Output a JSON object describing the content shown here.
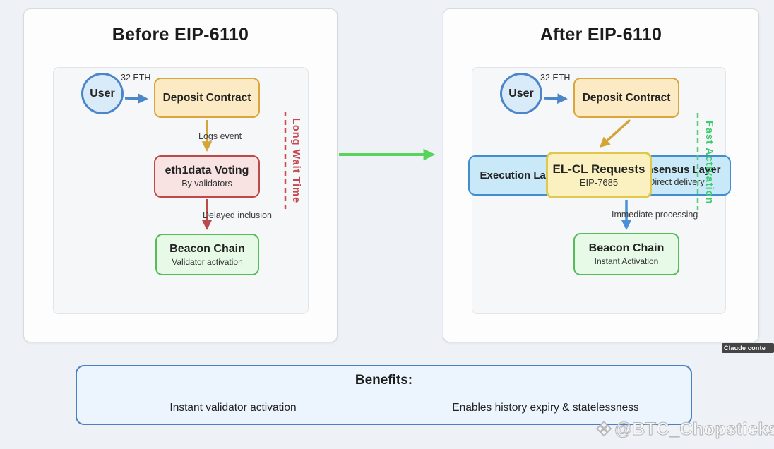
{
  "before": {
    "title": "Before EIP-6110",
    "user_label": "User",
    "eth_amount": "32 ETH",
    "deposit_contract": "Deposit Contract",
    "logs_event": "Logs event",
    "eth1data": {
      "title": "eth1data Voting",
      "subtitle": "By validators"
    },
    "delayed_inclusion": "Delayed inclusion",
    "beacon": {
      "title": "Beacon Chain",
      "subtitle": "Validator activation"
    },
    "wait_label": "Long Wait Time"
  },
  "after": {
    "title": "After EIP-6110",
    "user_label": "User",
    "eth_amount": "32 ETH",
    "deposit_contract": "Deposit Contract",
    "execution_layer": "Execution Layer",
    "elcl": {
      "title": "EL-CL Requests",
      "subtitle": "EIP-7685"
    },
    "consensus": {
      "title": "Consensus Layer",
      "subtitle": "Direct delivery"
    },
    "immediate_processing": "Immediate processing",
    "beacon": {
      "title": "Beacon Chain",
      "subtitle": "Instant Activation"
    },
    "fast_label": "Fast Activation"
  },
  "benefits": {
    "title": "Benefits:",
    "items": [
      "Instant validator activation",
      "Enables history expiry & statelessness"
    ]
  },
  "overlay": {
    "claude_badge": "Claude conte",
    "watermark_icon": "❖",
    "watermark_handle": "@BTC_Chopsticks"
  },
  "colors": {
    "arrow_blue": "#4a86c8",
    "arrow_gold": "#d4a437",
    "arrow_red": "#bd4a4a",
    "arrow_green": "#58d35c",
    "dashed_red": "#cc4b4b",
    "dashed_green": "#55cc77",
    "panel_bg": "#fdfdfd",
    "benefits_border": "#4a80c4"
  }
}
